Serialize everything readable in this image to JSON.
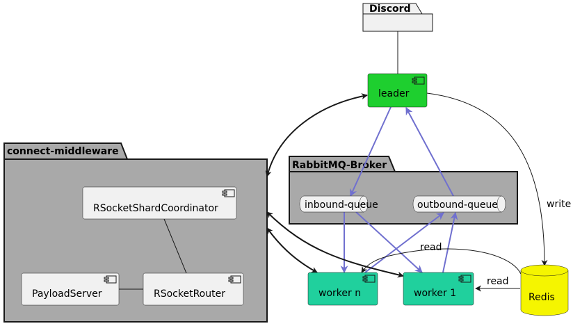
{
  "packages": {
    "discord": "Discord",
    "middleware": "connect-middleware",
    "broker": "RabbitMQ-Broker"
  },
  "components": {
    "leader": "leader",
    "shard_coordinator": "RSocketShardCoordinator",
    "payload_server": "PayloadServer",
    "router": "RSocketRouter",
    "worker_n": "worker n",
    "worker_1": "worker 1"
  },
  "queues": {
    "inbound": "inbound-queue",
    "outbound": "outbound-queue"
  },
  "database": {
    "redis": "Redis"
  },
  "edge_labels": {
    "write": "write",
    "read_worker_n": "read",
    "read_worker_1": "read"
  },
  "colors": {
    "leader_fill": "#1ECF2F",
    "worker_fill": "#20D09D",
    "redis_fill": "#F5F500",
    "package_fill": "#A9A9A9",
    "default_fill": "#F1F1F1",
    "queue_arrow": "#7070CF",
    "line": "#181818"
  }
}
